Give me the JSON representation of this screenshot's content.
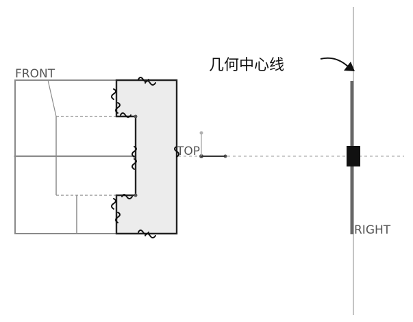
{
  "labels": {
    "front": "FRONT",
    "top": "TOP",
    "right": "RIGHT",
    "centerline_annotation": "几何中心线"
  },
  "colors": {
    "background": "#ffffff",
    "plane": "#8a8a8a",
    "profile": "#222222",
    "fill": "#ececec",
    "dashed": "#8a8a8a",
    "centerline": "#666666",
    "text": "#111111"
  }
}
